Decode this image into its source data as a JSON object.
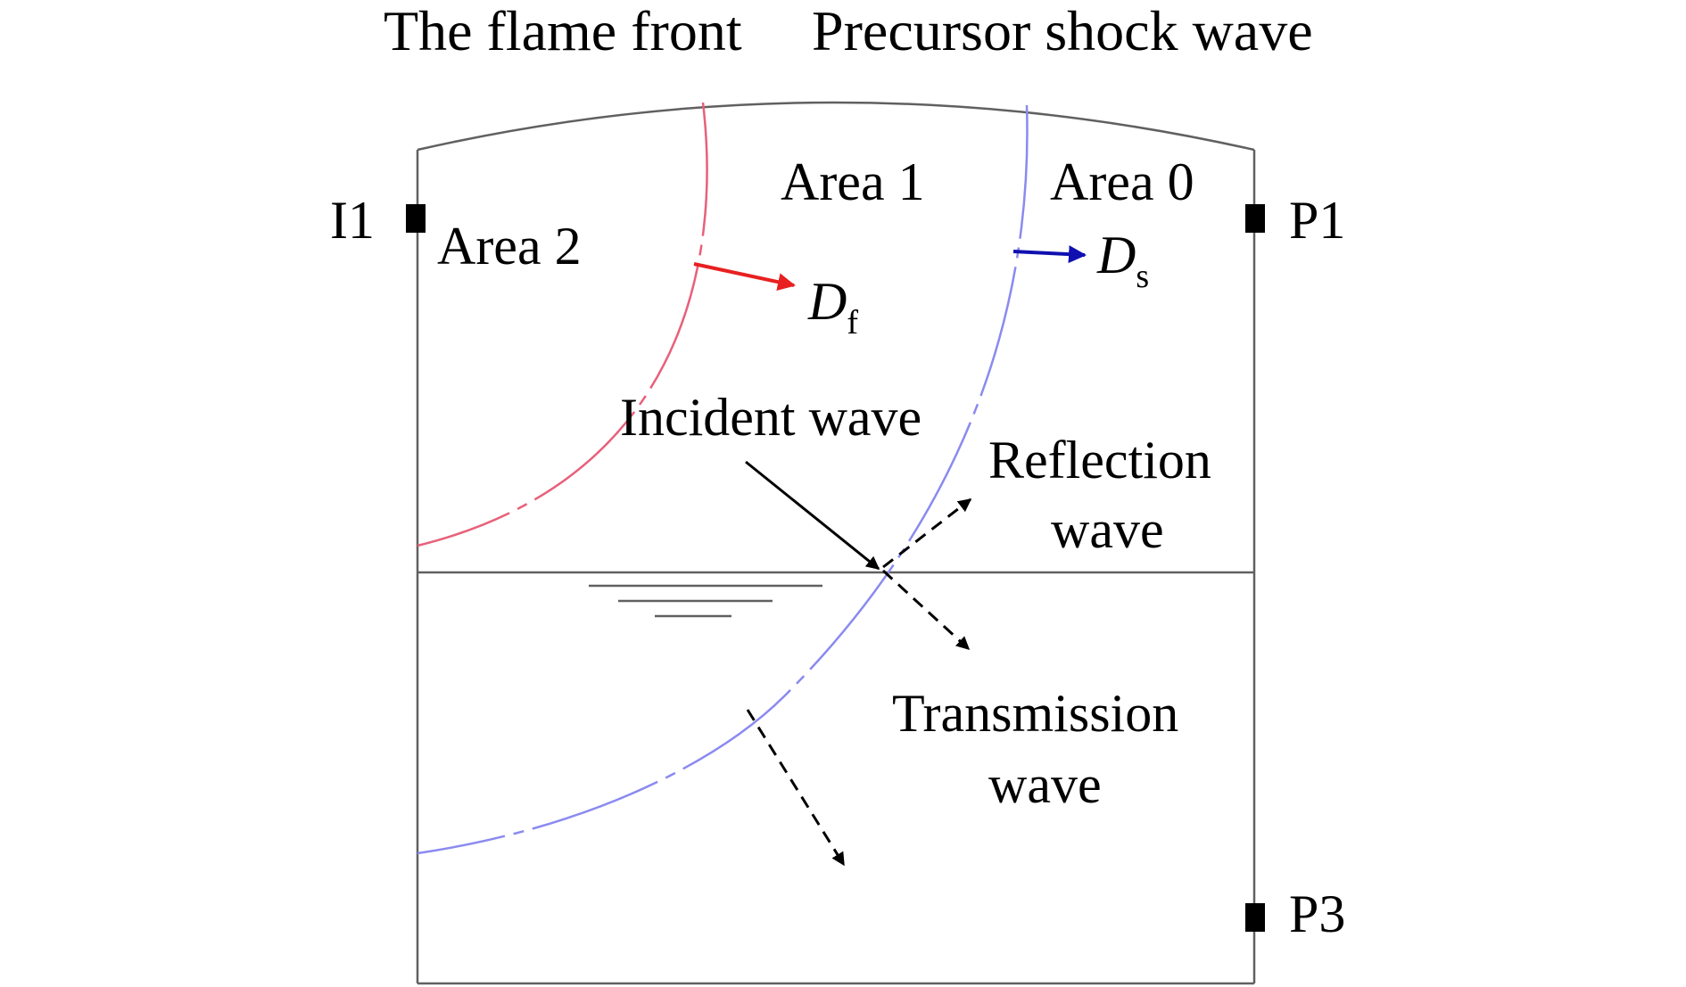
{
  "labels": {
    "flame_front": "The flame front",
    "precursor_shock": "Precursor shock wave",
    "area_0": "Area 0",
    "area_1": "Area 1",
    "area_2": "Area 2",
    "sensor_i1": "I1",
    "sensor_p1": "P1",
    "sensor_p3": "P3",
    "incident_wave": "Incident wave",
    "reflection_wave_line1": "Reflection",
    "reflection_wave_line2": "wave",
    "transmission_wave_line1": "Transmission",
    "transmission_wave_line2": "wave",
    "flame_velocity_symbol": "D",
    "flame_velocity_subscript": "f",
    "shock_velocity_symbol": "D",
    "shock_velocity_subscript": "s"
  },
  "colors": {
    "flame_front": "#e8607a",
    "precursor_shock": "#8a8af0",
    "flame_arrow": "#e82020",
    "shock_arrow": "#1010b0",
    "outline": "#606060"
  },
  "icons": {
    "sensor": "square-sensor-marker",
    "water_surface": "water-level-symbol"
  }
}
